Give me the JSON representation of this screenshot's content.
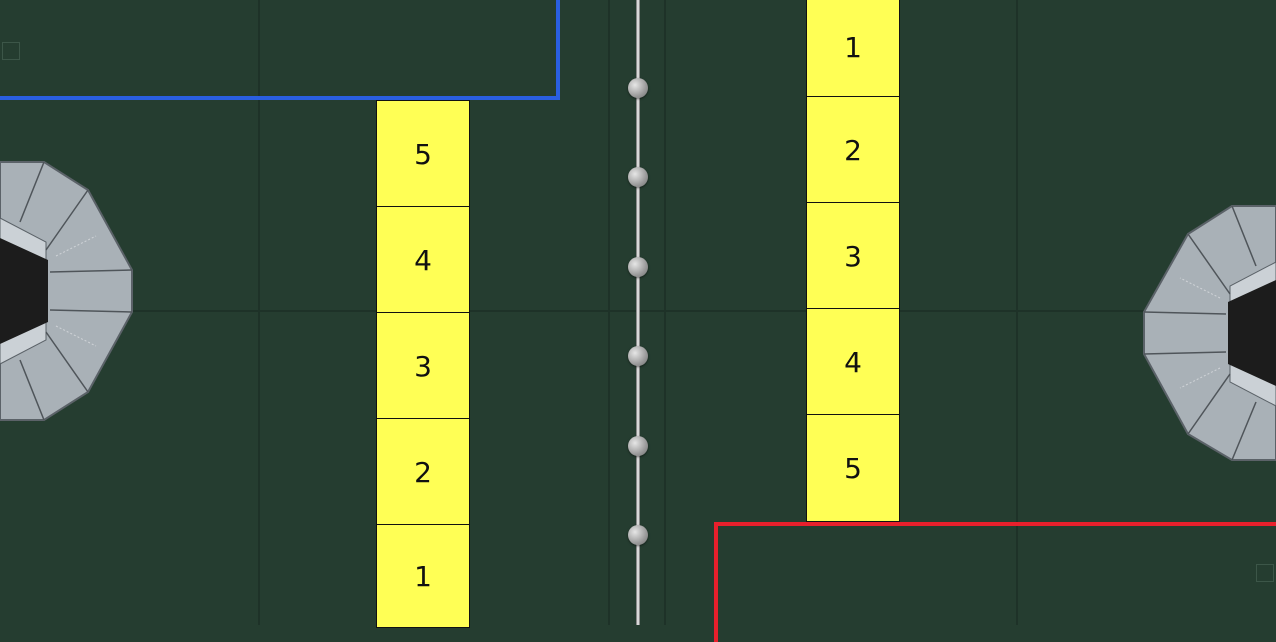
{
  "view": "top-down field view",
  "colors": {
    "field": "#253d30",
    "blue_alliance": "#2a5fe0",
    "red_alliance": "#e8202c",
    "bay_fill": "#ffff55",
    "rail": "#d8d8d8"
  },
  "left_bay": {
    "cells": [
      "5",
      "4",
      "3",
      "2",
      "1"
    ]
  },
  "right_bay": {
    "cells": [
      "1",
      "2",
      "3",
      "4",
      "5"
    ]
  },
  "center_rail": {
    "ball_count": 6
  },
  "icons": {
    "left_goal": "octagon-goal-icon",
    "right_goal": "octagon-goal-icon",
    "ball": "ball-icon"
  }
}
